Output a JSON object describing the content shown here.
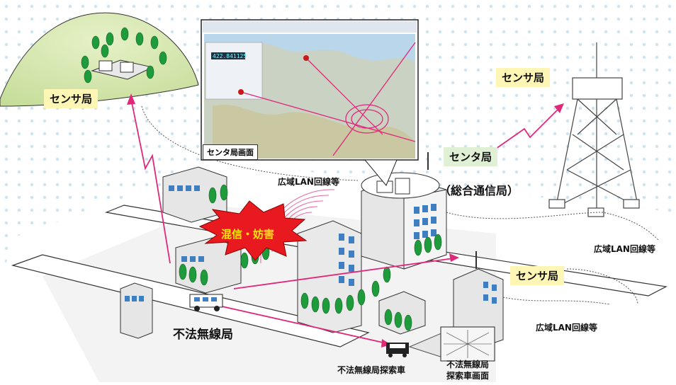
{
  "labels": {
    "sensor_station_left": "センサ局",
    "sensor_station_right_top": "センサ局",
    "sensor_station_right_mid": "センサ局",
    "center_station": "センタ局",
    "center_station_sub": "（総合通信局）",
    "center_screen": "センタ局画面",
    "wan_top": "広域LAN回線等",
    "wan_right": "広域LAN回線等",
    "wan_bottom": "広域LAN回線等",
    "interference": "混信・妨害",
    "illegal_station": "不法無線局",
    "search_vehicle": "不法無線局探索車",
    "search_vehicle_screen_line1": "不法無線局",
    "search_vehicle_screen_line2": "探索車画面"
  },
  "screen": {
    "readout": "422.841125"
  },
  "colors": {
    "signal_line": "#e0287a",
    "dot_pattern": "#cde3ef",
    "burst": "#e8191f",
    "burst_text": "#ffe600",
    "building_window": "#3f7fc1",
    "tree": "#1e9b3b",
    "hill": "#cfe4a6",
    "sea": "#b9d6ea"
  }
}
